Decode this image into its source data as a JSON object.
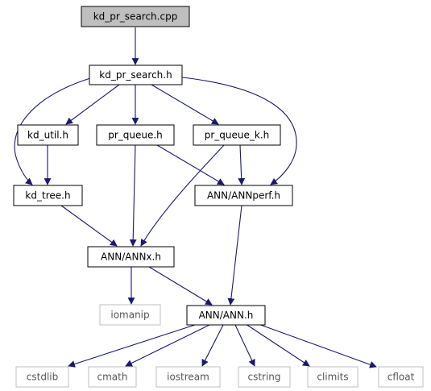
{
  "graph": {
    "nodes": [
      {
        "id": "root",
        "label": "kd_pr_search.cpp",
        "kind": "root"
      },
      {
        "id": "kdpr_h",
        "label": "kd_pr_search.h",
        "kind": "header"
      },
      {
        "id": "kdutil",
        "label": "kd_util.h",
        "kind": "header"
      },
      {
        "id": "prq",
        "label": "pr_queue.h",
        "kind": "header"
      },
      {
        "id": "prqk",
        "label": "pr_queue_k.h",
        "kind": "header"
      },
      {
        "id": "kdtree",
        "label": "kd_tree.h",
        "kind": "header"
      },
      {
        "id": "annperf",
        "label": "ANN/ANNperf.h",
        "kind": "header"
      },
      {
        "id": "annx",
        "label": "ANN/ANNx.h",
        "kind": "header"
      },
      {
        "id": "iomanip",
        "label": "iomanip",
        "kind": "external"
      },
      {
        "id": "ann",
        "label": "ANN/ANN.h",
        "kind": "header"
      },
      {
        "id": "cstdlib",
        "label": "cstdlib",
        "kind": "external"
      },
      {
        "id": "cmath",
        "label": "cmath",
        "kind": "external"
      },
      {
        "id": "iostream",
        "label": "iostream",
        "kind": "external"
      },
      {
        "id": "cstring",
        "label": "cstring",
        "kind": "external"
      },
      {
        "id": "climits",
        "label": "climits",
        "kind": "external"
      },
      {
        "id": "cfloat",
        "label": "cfloat",
        "kind": "external"
      }
    ],
    "edges": [
      {
        "from": "root",
        "to": "kdpr_h"
      },
      {
        "from": "kdpr_h",
        "to": "kdutil"
      },
      {
        "from": "kdpr_h",
        "to": "prq"
      },
      {
        "from": "kdpr_h",
        "to": "prqk"
      },
      {
        "from": "kdpr_h",
        "to": "kdtree"
      },
      {
        "from": "kdpr_h",
        "to": "annperf"
      },
      {
        "from": "kdutil",
        "to": "kdtree"
      },
      {
        "from": "prq",
        "to": "annx"
      },
      {
        "from": "prq",
        "to": "annperf"
      },
      {
        "from": "prqk",
        "to": "annx"
      },
      {
        "from": "prqk",
        "to": "annperf"
      },
      {
        "from": "kdtree",
        "to": "annx"
      },
      {
        "from": "annperf",
        "to": "ann"
      },
      {
        "from": "annx",
        "to": "iomanip"
      },
      {
        "from": "annx",
        "to": "ann"
      },
      {
        "from": "ann",
        "to": "cstdlib"
      },
      {
        "from": "ann",
        "to": "cmath"
      },
      {
        "from": "ann",
        "to": "iostream"
      },
      {
        "from": "ann",
        "to": "cstring"
      },
      {
        "from": "ann",
        "to": "climits"
      },
      {
        "from": "ann",
        "to": "cfloat"
      }
    ],
    "colors": {
      "edge": "#191970",
      "root_fill": "#bfbfbf",
      "external_border": "#bfbfbf"
    }
  }
}
